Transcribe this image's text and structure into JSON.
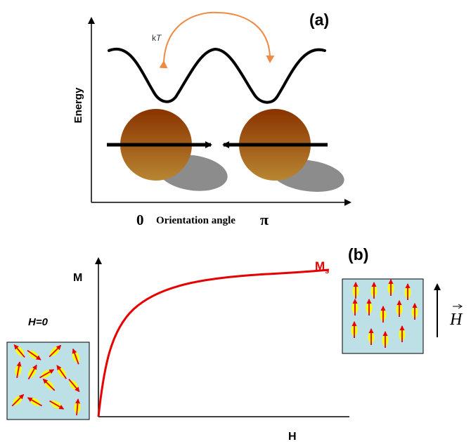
{
  "panel_a": {
    "label": "(a)",
    "y_axis_label": "Energy",
    "x_label_left": "0",
    "x_axis_label": "Orientation angle",
    "x_label_right": "π",
    "thermal_label_k": "k",
    "thermal_label_T": "T",
    "colors": {
      "curve": "#000000",
      "arrow": "#ee8a43",
      "particle_top": "#8a3300",
      "particle_bottom": "#b88632",
      "shadow": "#8c8c8c"
    }
  },
  "panel_b": {
    "label": "(b)",
    "y_axis_label": "M",
    "x_axis_label": "H",
    "saturation_main": "M",
    "saturation_sub": "s",
    "zero_field_label": "H=0",
    "field_vector_label": "H",
    "colors": {
      "curve": "#e60000",
      "box_fill": "#bde0e6",
      "particle": "#ffff00",
      "moment_arrow": "#e60000"
    }
  }
}
